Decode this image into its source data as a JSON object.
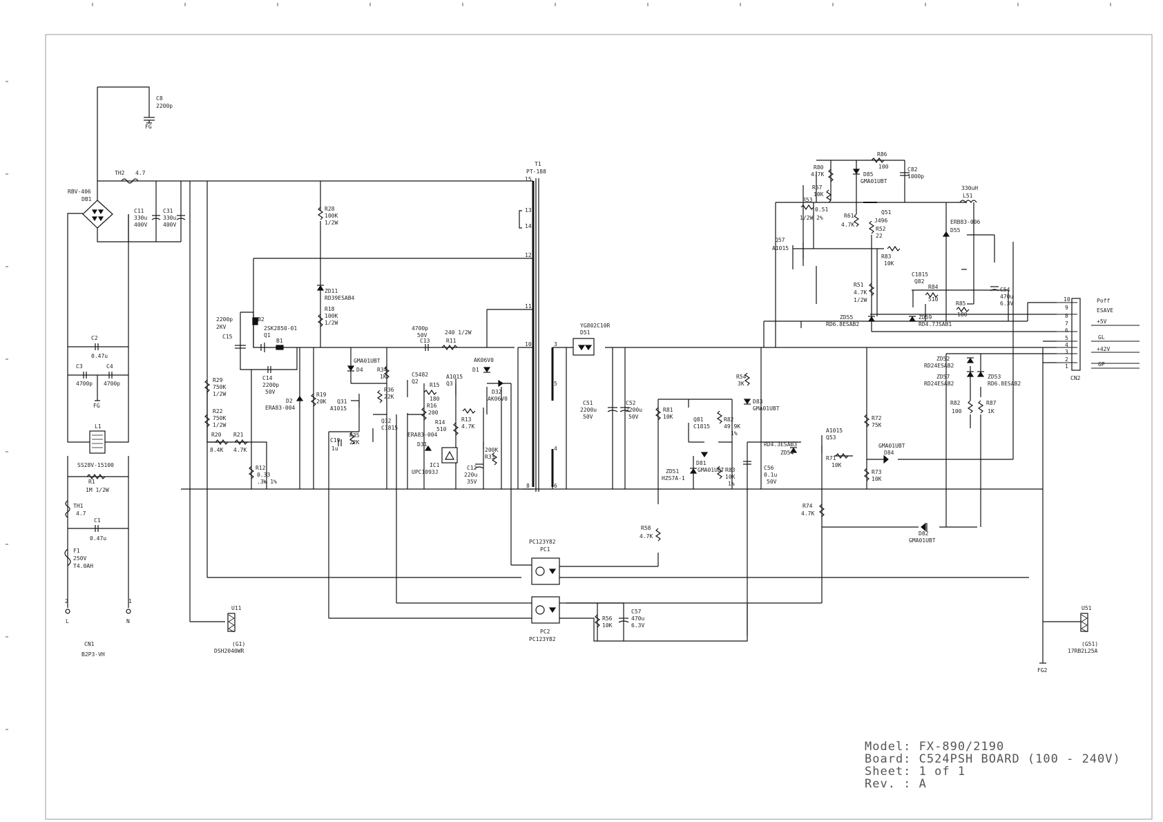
{
  "title_block": {
    "model": "Model: FX-890/2190",
    "board": "Board: C524PSH BOARD (100 - 240V)",
    "sheet": "Sheet: 1 of 1",
    "rev": "Rev. : A"
  },
  "labels": {
    "c8": "C8",
    "c8v": "2200p",
    "fg_top": "FG",
    "th2": "TH2",
    "th2v": "4.7",
    "rbv": "RBV-406",
    "db1": "DB1",
    "c11": "C11",
    "c11v": "330u",
    "c11w": "400V",
    "c31": "C31",
    "c31v": "330u",
    "c31w": "400V",
    "c2": "C2",
    "c2v": "0.47u",
    "c3": "C3",
    "c3v": "4700p",
    "c4": "C4",
    "c4v": "4700p",
    "fg_mid": "FG",
    "l1": "L1",
    "l1v": "SS28V-15100",
    "r1": "R1",
    "r1v": "1M 1/2W",
    "th1": "TH1",
    "th1v": "4.7",
    "c1": "C1",
    "c1v": "0.47u",
    "f1": "F1",
    "f1v": "250V",
    "f1w": "T4.0AH",
    "cn1": "CN1",
    "cn1v": "B2P3-VH",
    "pinL": "L",
    "pinN": "N",
    "pin2": "2",
    "pin1": "1",
    "u11": "U11",
    "u11v": "(G1)",
    "u11w": "DSH2040WR",
    "t1": "T1",
    "t1v": "PT-188",
    "r28": "R28",
    "r28v": "100K",
    "r28w": "1/2W",
    "zd11": "ZD11",
    "zd11v": "RD39ESAB4",
    "r18": "R18",
    "r18v": "100K",
    "r18w": "1/2W",
    "c15": "C15",
    "c15v": "2200p",
    "c15w": "2KV",
    "q1": "Q1",
    "q1v": "2SK2850-01",
    "b2": "B2",
    "b1": "B1",
    "c14": "C14",
    "c14v": "2200p",
    "c14w": "50V",
    "c13": "C13",
    "c13v": "4700p",
    "c13w": "50V",
    "r11": "R11",
    "r11v": "240 1/2W",
    "d1": "D1",
    "d1v": "AK06V0",
    "d4": "D4",
    "d4v": "GMA01UBT",
    "r34": "R34",
    "r34v": "1K",
    "q2": "Q2",
    "q2v": "C5482",
    "q3": "Q3",
    "q3v": "A1015",
    "r15": "R15",
    "r15v": "180",
    "r16": "R16",
    "r16v": "200",
    "r14": "R14",
    "r14v": "510",
    "r13": "R13",
    "r13v": "4.7K",
    "r29": "R29",
    "r29v": "750K",
    "r29w": "1/2W",
    "r22": "R22",
    "r22v": "750K",
    "r22w": "1/2W",
    "r20": "R20",
    "r20v": "8.4K",
    "r21": "R21",
    "r21v": "4.7K",
    "r12": "R12",
    "r12v": "0.33",
    "r12w": ".3W 1%",
    "d2": "D2",
    "d2v": "ERA83-004",
    "r19": "R19",
    "r19v": "20K",
    "q31": "Q31",
    "q31v": "A1015",
    "r36": "R36",
    "r36v": "22K",
    "q32": "Q32",
    "q32v": "C1815",
    "r35": "R35",
    "r35v": "22K",
    "c19": "C19",
    "c19v": "1u",
    "d31": "D31",
    "d31v": "ERA83-004",
    "ic1": "IC1",
    "ic1v": "UPC1093J",
    "c12": "C12",
    "c12v": "220u",
    "c12w": "35V",
    "r33": "R33",
    "r33v": "200K",
    "d32": "D32",
    "d32v": "AK06V0",
    "d51": "D51",
    "d51v": "YG802C10R",
    "c51": "C51",
    "c51v": "2200u",
    "c51w": "50V",
    "c52": "C52",
    "c52v": "2200u",
    "c52w": "50V",
    "r54": "R54",
    "r54v": "3K",
    "d83": "D83",
    "d83v": "GMA01UBT",
    "r81": "R81",
    "r81v": "10K",
    "q81": "Q81",
    "q81v": "C1815",
    "r82": "R82",
    "r82v": "49.9K",
    "r82w": "1%",
    "d81": "D81",
    "d81v": "GMA01UBT",
    "zd51": "ZD51",
    "zd51v": "HZS7A-1",
    "r83b": "R83",
    "r83bv": "10K",
    "r83bw": "1%",
    "c56": "C56",
    "c56v": "0.1u",
    "c56w": "50V",
    "zd54": "ZD54",
    "zd54v": "RD4.3ESAB3",
    "q53": "Q53",
    "q53v": "A1015",
    "r71": "R71",
    "r71v": "10K",
    "r72": "R72",
    "r72v": "75K",
    "r73": "R73",
    "r73v": "10K",
    "d84": "D84",
    "d84v": "GMA01UBT",
    "r74": "R74",
    "r74v": "4.7K",
    "d82": "D82",
    "d82v": "GMA01UBT",
    "r58": "R58",
    "r58v": "4.7K",
    "pc1": "PC1",
    "pc1v": "PC123Y82",
    "pc2": "PC2",
    "pc2v": "PC123Y82",
    "r56": "R56",
    "r56v": "10K",
    "c57": "C57",
    "c57v": "470u",
    "c57w": "6.3V",
    "r80": "R80",
    "r80v": "4.7K",
    "r86": "R86",
    "r86v": "100",
    "c82": "C82",
    "c82v": "1000p",
    "d85": "D85",
    "d85v": "GMA01UBT",
    "r57": "R57",
    "r57v": "10K",
    "r53": "R53",
    "r53v": "0.51",
    "r53w": "1/2W 2%",
    "r61": "R61",
    "r61v": "4.7K",
    "q51": "Q51",
    "q51v": "J496",
    "r52": "R52",
    "r52v": "22",
    "l51": "L51",
    "l51v": "330uH",
    "d55": "D55",
    "d55v": "ERB83-006",
    "q57": "Q57",
    "q57v": "A1015",
    "r83": "R83",
    "r83v": "10K",
    "q82": "Q82",
    "q82v": "C1815",
    "r84": "R84",
    "r84v": "510",
    "r51": "R51",
    "r51v": "4.7K",
    "r51w": "1/2W",
    "c54": "C54",
    "c54v": "470u",
    "c54w": "6.3V",
    "r85": "R85",
    "r85v": "180",
    "zd55": "ZD55",
    "zd55v": "RD6.8ESAB2",
    "zd59": "ZD59",
    "zd59v": "RD4.7JSAB1",
    "zd52": "ZD52",
    "zd52v": "RD24ESAB2",
    "zd57": "ZD57",
    "zd57v": "RD24ESAB2",
    "zd53": "ZD53",
    "zd53v": "RD6.8ESAB2",
    "r82b": "R82",
    "r82bv": "100",
    "r87": "R87",
    "r87v": "1K",
    "cn2": "CN2",
    "poff": "Poff",
    "esave": "ESAVE",
    "v5": "+5V",
    "gl": "GL",
    "v42": "+42V",
    "gp": "GP",
    "u51": "U51",
    "u51v": "(G51)",
    "u51w": "17RB2L25A",
    "fg2": "FG2",
    "tp15": "15",
    "tp13": "13",
    "tp14": "14",
    "tp12": "12",
    "tp11": "11",
    "tp10": "10",
    "tp8": "8",
    "tp3": "3",
    "tp5": "5",
    "tp4": "4",
    "tp6": "6",
    "cn_10": "10",
    "cn_9": "9",
    "cn_8": "8",
    "cn_7": "7",
    "cn_6": "6",
    "cn_5": "5",
    "cn_4": "4",
    "cn_3": "3",
    "cn_2": "2",
    "cn_1": "1"
  }
}
